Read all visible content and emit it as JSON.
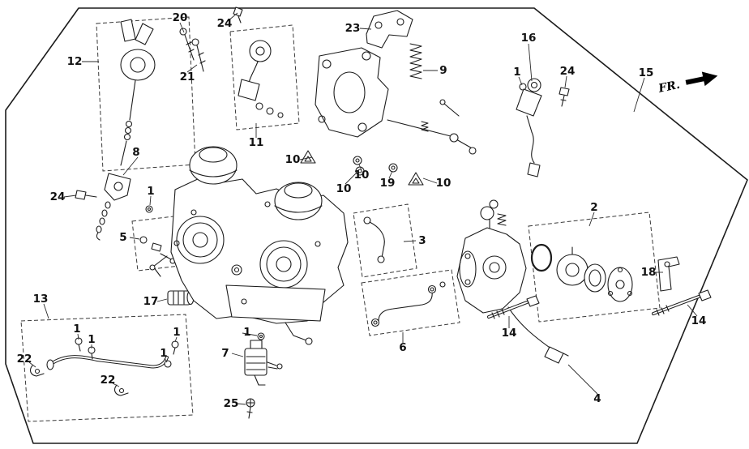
{
  "diagram": {
    "direction_label": "FR."
  },
  "callouts": [
    {
      "label": "20"
    },
    {
      "label": "24"
    },
    {
      "label": "23"
    },
    {
      "label": "16"
    },
    {
      "label": "12"
    },
    {
      "label": "21"
    },
    {
      "label": "9"
    },
    {
      "label": "1"
    },
    {
      "label": "24"
    },
    {
      "label": "15"
    },
    {
      "label": "11"
    },
    {
      "label": "8"
    },
    {
      "label": "10"
    },
    {
      "label": "10"
    },
    {
      "label": "10"
    },
    {
      "label": "19"
    },
    {
      "label": "10"
    },
    {
      "label": "24"
    },
    {
      "label": "1"
    },
    {
      "label": "2"
    },
    {
      "label": "5"
    },
    {
      "label": "3"
    },
    {
      "label": "18"
    },
    {
      "label": "17"
    },
    {
      "label": "13"
    },
    {
      "label": "1"
    },
    {
      "label": "1"
    },
    {
      "label": "1"
    },
    {
      "label": "1"
    },
    {
      "label": "1"
    },
    {
      "label": "14"
    },
    {
      "label": "14"
    },
    {
      "label": "6"
    },
    {
      "label": "7"
    },
    {
      "label": "22"
    },
    {
      "label": "22"
    },
    {
      "label": "25"
    },
    {
      "label": "4"
    }
  ]
}
